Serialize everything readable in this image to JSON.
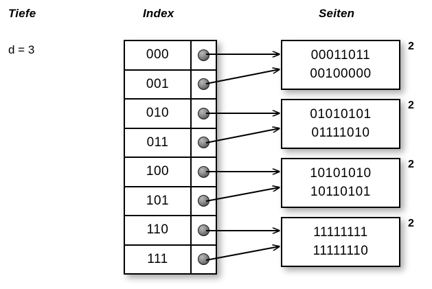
{
  "headers": {
    "depth": "Tiefe",
    "index": "Index",
    "pages": "Seiten"
  },
  "depth": {
    "label": "d = 3"
  },
  "index_table": {
    "rows": [
      {
        "key": "000",
        "pointer_icon": "pointer-dot",
        "target": 0
      },
      {
        "key": "001",
        "pointer_icon": "pointer-dot",
        "target": 0
      },
      {
        "key": "010",
        "pointer_icon": "pointer-dot",
        "target": 1
      },
      {
        "key": "011",
        "pointer_icon": "pointer-dot",
        "target": 1
      },
      {
        "key": "100",
        "pointer_icon": "pointer-dot",
        "target": 2
      },
      {
        "key": "101",
        "pointer_icon": "pointer-dot",
        "target": 2
      },
      {
        "key": "110",
        "pointer_icon": "pointer-dot",
        "target": 3
      },
      {
        "key": "111",
        "pointer_icon": "pointer-dot",
        "target": 3
      }
    ]
  },
  "pages": [
    {
      "line1": "00011011",
      "line2": "00100000",
      "local_depth": "2"
    },
    {
      "line1": "01010101",
      "line2": "01111010",
      "local_depth": "2"
    },
    {
      "line1": "10101010",
      "line2": "10110101",
      "local_depth": "2"
    },
    {
      "line1": "11111111",
      "line2": "11111110",
      "local_depth": "2"
    }
  ],
  "colors": {
    "background": "#ffffff",
    "stroke": "#000000",
    "dot_fill": "#7a7a7a",
    "shadow": "rgba(0,0,0,0.33)"
  }
}
